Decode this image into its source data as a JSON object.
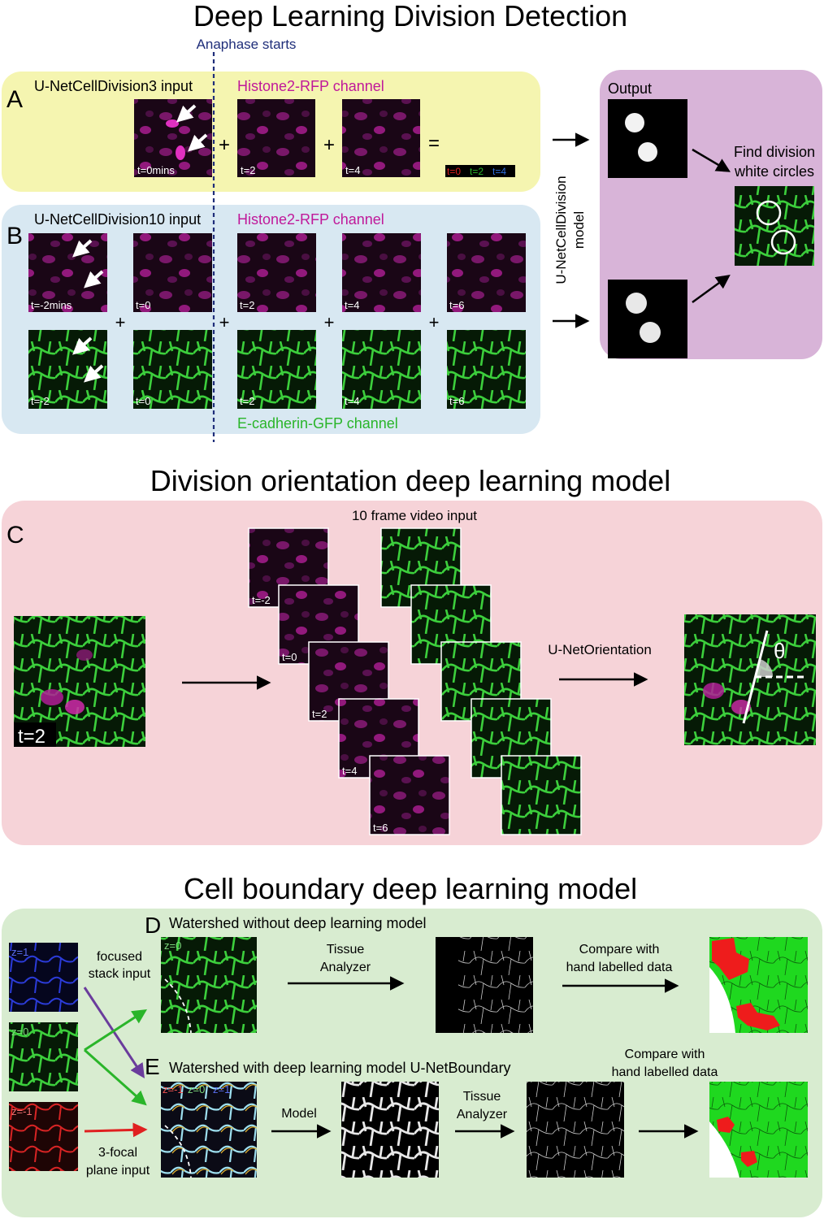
{
  "titles": {
    "section1": "Deep Learning Division Detection",
    "section2": "Division orientation deep learning model",
    "section3": "Cell boundary deep learning model"
  },
  "panel_a": {
    "letter": "A",
    "input_label": "U-NetCellDivision3 input",
    "channel_label": "Histone2-RFP channel",
    "anaphase_label": "Anaphase starts",
    "frames": [
      "t=0mins",
      "t=2",
      "t=4"
    ],
    "plus": "+",
    "equals": "=",
    "composite_labels": [
      "t=0",
      "t=2",
      "t=4"
    ]
  },
  "panel_b": {
    "letter": "B",
    "input_label": "U-NetCellDivision10 input",
    "channel_label": "Histone2-RFP channel",
    "green_channel_label": "E-cadherin-GFP channel",
    "magenta_frames": [
      "t=-2mins",
      "t=0",
      "t=2",
      "t=4",
      "t=6"
    ],
    "green_frames": [
      "t=-2",
      "t=0",
      "t=2",
      "t=4",
      "t=6"
    ],
    "plus": "+"
  },
  "model_a_b": {
    "model_label_1": "U-NetCellDivision",
    "model_label_2": "model",
    "output_label": "Output",
    "find_label_1": "Find division",
    "find_label_2": "white circles"
  },
  "panel_c": {
    "letter": "C",
    "video_label": "10 frame video input",
    "input_frame": "t=2",
    "magenta_frames": [
      "t=-2",
      "t=0",
      "t=2",
      "t=4",
      "t=6"
    ],
    "model_label": "U-NetOrientation",
    "theta": "θ"
  },
  "panel_d": {
    "letter": "D",
    "title": "Watershed without deep learning model",
    "stack_label_1": "focused",
    "stack_label_2": "stack input",
    "z_labels": [
      "z=1",
      "z=0",
      "z=-1"
    ],
    "z0_label": "z=0",
    "tissue_1": "Tissue",
    "tissue_2": "Analyzer",
    "compare_1": "Compare with",
    "compare_2": "hand labelled data"
  },
  "panel_e": {
    "letter": "E",
    "title": "Watershed with deep learning model U-NetBoundary",
    "plane_label_1": "3-focal",
    "plane_label_2": "plane input",
    "composite_z": [
      "z=-1",
      "z=0",
      "z=1"
    ],
    "model_label": "Model",
    "tissue_1": "Tissue",
    "tissue_2": "Analyzer",
    "compare_1": "Compare with",
    "compare_2": "hand labelled data"
  },
  "colors": {
    "panel_a_bg": "#f5f5b0",
    "panel_b_bg": "#d8e8f2",
    "model_bg": "#d8b4d8",
    "panel_c_bg": "#f6d3d8",
    "panel_de_bg": "#d8ecd0",
    "magenta": "#c0199a",
    "green": "#2ab52a",
    "navy": "#1f2e7a",
    "purple_arrow": "#6a3c9c",
    "red_arrow": "#e02020"
  }
}
